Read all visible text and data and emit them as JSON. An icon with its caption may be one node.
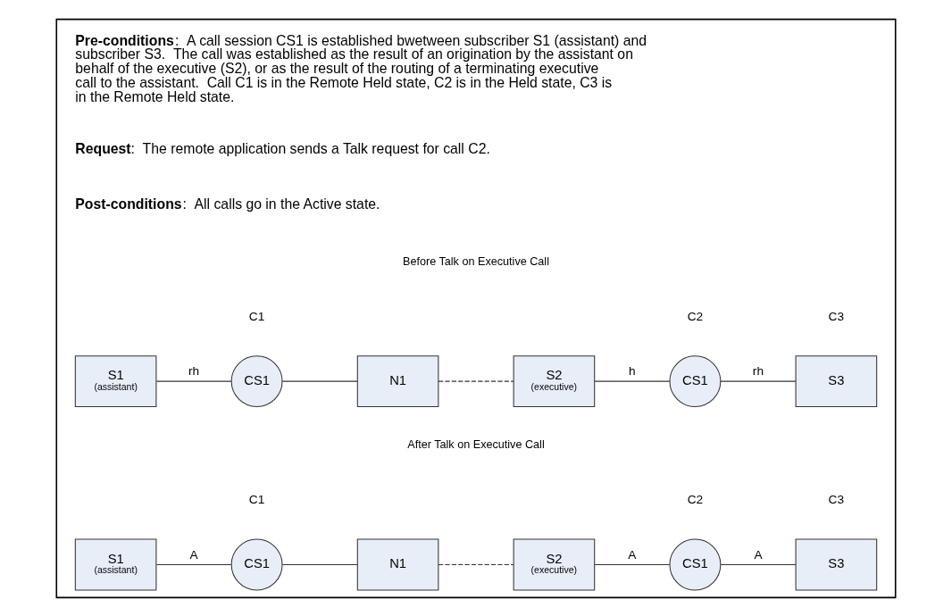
{
  "diagram": {
    "nodes": [
      {
        "text": [],
        "shape": "box"
      },
      {
        "text": [
          "S1",
          "(assistant)"
        ],
        "in": 0
      },
      {
        "text": [
          "CS1"
        ],
        "in": 0
      },
      {
        "text": [
          "N1"
        ],
        "in": 0
      },
      {
        "text": [
          "S2",
          "(executive)"
        ],
        "in": 0
      },
      {
        "text": [
          "CS1"
        ],
        "in": 0
      },
      {
        "text": [
          "S3"
        ],
        "in": 0
      },
      {
        "text": [
          "S1",
          "(assistant)"
        ],
        "in": 0
      },
      {
        "text": [
          "CS1"
        ],
        "in": 0
      },
      {
        "text": [
          "N1"
        ],
        "in": 0
      },
      {
        "text": [
          "S2",
          "(executive)"
        ],
        "in": 0
      },
      {
        "text": [
          "CS1"
        ],
        "in": 0
      },
      {
        "text": [
          "S3"
        ],
        "in": 0
      }
    ],
    "edges": [
      {
        "from": 1,
        "to": 2,
        "arrow": "none",
        "label": "rh"
      },
      {
        "from": 2,
        "to": 3,
        "arrow": "none"
      },
      {
        "from": 3,
        "to": 4,
        "arrow": "none",
        "style": "dashed"
      },
      {
        "from": 4,
        "to": 5,
        "arrow": "none",
        "label": "h"
      },
      {
        "from": 5,
        "to": 6,
        "arrow": "none",
        "label": "rh"
      },
      {
        "from": 7,
        "to": 8,
        "arrow": "none",
        "label": "A"
      },
      {
        "from": 8,
        "to": 9,
        "arrow": "none"
      },
      {
        "from": 9,
        "to": 10,
        "arrow": "none",
        "style": "dashed"
      },
      {
        "from": 10,
        "to": 11,
        "arrow": "none",
        "label": "A"
      },
      {
        "from": 11,
        "to": 12,
        "arrow": "none",
        "label": "A"
      }
    ],
    "labels": [
      "**Pre-conditions**:  A call session CS1 is established bwetween subscriber S1 (assistant) and subscriber S3.  The call was established as the result of an origination by the assistant on behalf of the executive (S2), or as the result of the routing of a terminating executive call to the assistant.  Call C1 is in the Remote Held state, C2 is in the Held state, C3 is in the Remote Held state.",
      "**Request**:  The remote application sends a Talk request for call C2.",
      "**Post-conditions**:  All calls go in the Active state.",
      "Before Talk on Executive Call",
      "C1",
      "C2",
      "C3",
      "After Talk on Executive Call",
      "C1",
      "C2",
      "C3"
    ]
  }
}
